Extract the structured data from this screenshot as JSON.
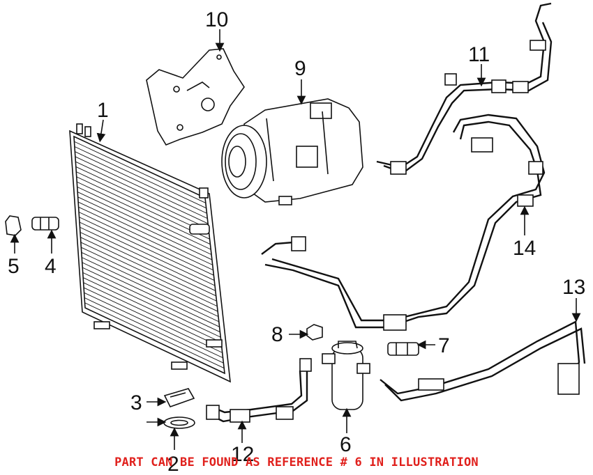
{
  "callouts": {
    "c1": "1",
    "c2": "2",
    "c3": "3",
    "c4": "4",
    "c5": "5",
    "c6": "6",
    "c7": "7",
    "c8": "8",
    "c9": "9",
    "c10": "10",
    "c11": "11",
    "c12": "12",
    "c13": "13",
    "c14": "14"
  },
  "footer_note": "PART CAN BE FOUND AS REFERENCE # 6 IN ILLUSTRATION",
  "colors": {
    "line": "#111111",
    "note": "#e0201c",
    "background": "#ffffff"
  }
}
